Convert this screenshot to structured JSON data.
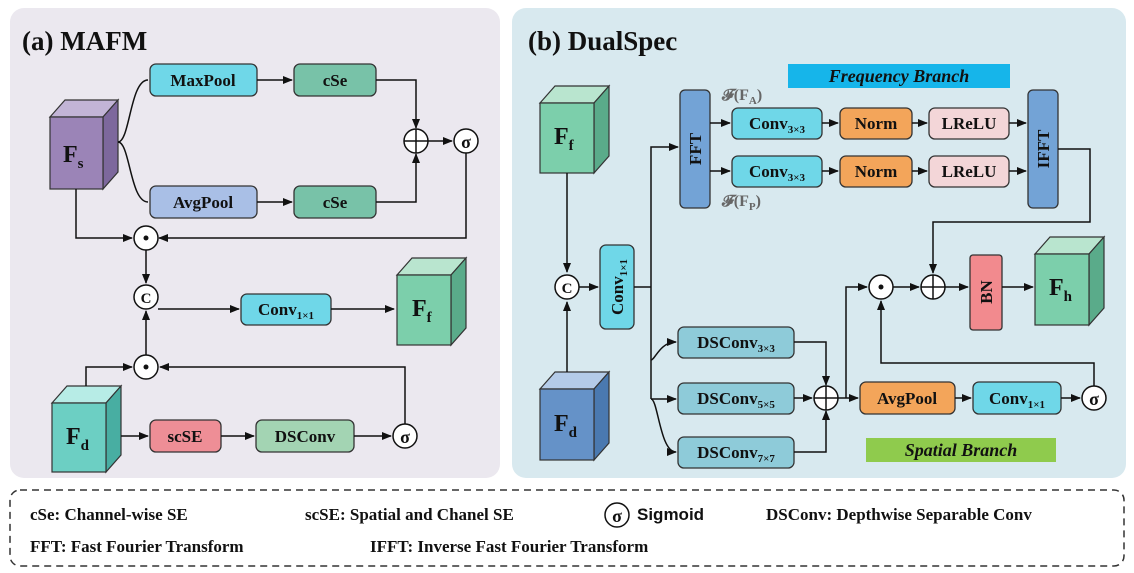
{
  "panel_a": {
    "title": "(a) MAFM",
    "fs": {
      "main": "F",
      "sub": "s"
    },
    "fd": {
      "main": "F",
      "sub": "d"
    },
    "ff": {
      "main": "F",
      "sub": "f"
    },
    "maxpool": "MaxPool",
    "avgpool": "AvgPool",
    "cse_top": "cSe",
    "cse_bottom": "cSe",
    "scse": "scSE",
    "dsconv": "DSConv",
    "conv": {
      "main": "Conv",
      "sub": "1×1"
    },
    "concat": "C"
  },
  "panel_b": {
    "title": "(b) DualSpec",
    "ff": {
      "main": "F",
      "sub": "f"
    },
    "fd": {
      "main": "F",
      "sub": "d"
    },
    "fh": {
      "main": "F",
      "sub": "h"
    },
    "concat": "C",
    "conv_v": {
      "main": "Conv",
      "sub": "1×1"
    },
    "freq_label": "Frequency Branch",
    "spatial_label": "Spatial Branch",
    "fft": "FFT",
    "ifft": "IFFT",
    "conv_a": {
      "main": "Conv",
      "sub": "3×3"
    },
    "conv_p": {
      "main": "Conv",
      "sub": "3×3"
    },
    "norm_a": "Norm",
    "norm_p": "Norm",
    "lrelu_a": "LReLU",
    "lrelu_p": "LReLU",
    "fa": {
      "main": "𝓕(F",
      "sub": "A",
      "end": ")"
    },
    "fp": {
      "main": "𝓕(F",
      "sub": "P",
      "end": ")"
    },
    "bn": "BN",
    "ds3": {
      "main": "DSConv",
      "sub": "3×3"
    },
    "ds5": {
      "main": "DSConv",
      "sub": "5×5"
    },
    "ds7": {
      "main": "DSConv",
      "sub": "7×7"
    },
    "avgpool": "AvgPool",
    "conv_s": {
      "main": "Conv",
      "sub": "1×1"
    }
  },
  "legend": {
    "cse": "cSe:  Channel-wise SE",
    "scse": "scSE: Spatial and Chanel SE",
    "sigmoid": "Sigmoid",
    "dsconv": "DSConv: Depthwise Separable Conv",
    "fft": "FFT: Fast Fourier Transform",
    "ifft": "IFFT: Inverse Fast Fourier Transform"
  },
  "colors": {
    "panel_a_bg": "#ebe8ef",
    "panel_b_bg": "#d8e9ef",
    "cyan_box": "#6fd7e8",
    "teal_box": "#78c2a8",
    "lavender_box": "#a9bfe6",
    "pink_box": "#ee8e96",
    "green_box": "#a3d4b3",
    "blue_box": "#73a3d6",
    "orange_box": "#f3a55a",
    "rose_box": "#f3d6d8",
    "bn_box": "#f28a8e",
    "ds_box": "#8ecbd9",
    "freq_banner": "#16b5ea",
    "spatial_banner": "#8fcb4d",
    "cube_purple": "#9b84b7",
    "cube_teal": "#6ccfc3",
    "cube_green": "#7ccfab",
    "cube_blue": "#6592c8"
  }
}
